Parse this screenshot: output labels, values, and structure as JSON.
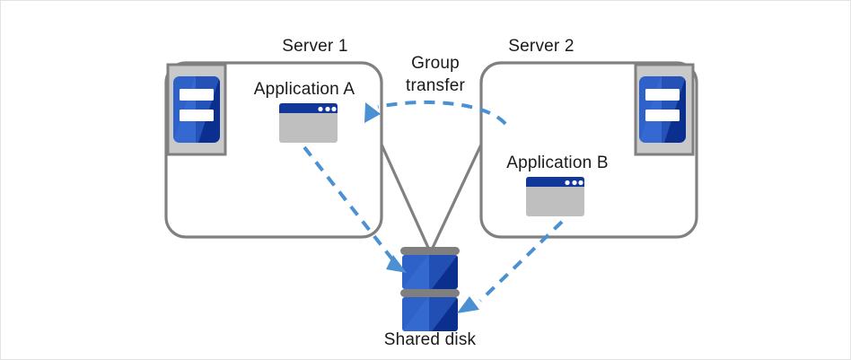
{
  "diagram": {
    "title": "Shared disk cluster group transfer diagram",
    "background_color": "#ffffff",
    "border_color": "#e3e3e3"
  },
  "colors": {
    "box_stroke": "#808080",
    "connector_stroke": "#808080",
    "arrow_blue": "#4a90d2",
    "server_icon_light_blue": "#2f62c8",
    "server_icon_dark_blue": "#0a2f8f",
    "server_icon_tray": "#c9c9c9",
    "server_icon_tray_border": "#7f7f7f",
    "window_titlebar": "#12379b",
    "window_body": "#bfbfbf",
    "window_dot": "#ffffff",
    "disk_bar_gray": "#7f7f7f",
    "text": "#1a1a1a"
  },
  "nodes": {
    "server1": {
      "label": "Server 1",
      "app_label": "Application  A",
      "icon_name": "server-icon",
      "app_icon_name": "application-window-icon"
    },
    "server2": {
      "label": "Server 2",
      "app_label": "Application  B",
      "icon_name": "server-icon",
      "app_icon_name": "application-window-icon"
    },
    "shared_disk": {
      "label": "Shared disk",
      "icon_name": "shared-disk-icon",
      "platter_count": 2
    }
  },
  "annotations": {
    "group_transfer": {
      "line1": "Group",
      "line2": "transfer",
      "style": "dashed-curved-arrow",
      "direction": "server2-to-server1"
    }
  },
  "connections": [
    {
      "name": "server1-to-disk-link",
      "from": "server1",
      "to": "shared_disk",
      "style": "solid-gray"
    },
    {
      "name": "server2-to-disk-link",
      "from": "server2",
      "to": "shared_disk",
      "style": "solid-gray"
    },
    {
      "name": "app-a-to-disk-access",
      "from": "application-a",
      "to": "shared_disk",
      "style": "dashed-blue-arrow"
    },
    {
      "name": "app-b-to-disk-access",
      "from": "application-b",
      "to": "shared_disk",
      "style": "dashed-blue-arrow"
    }
  ]
}
